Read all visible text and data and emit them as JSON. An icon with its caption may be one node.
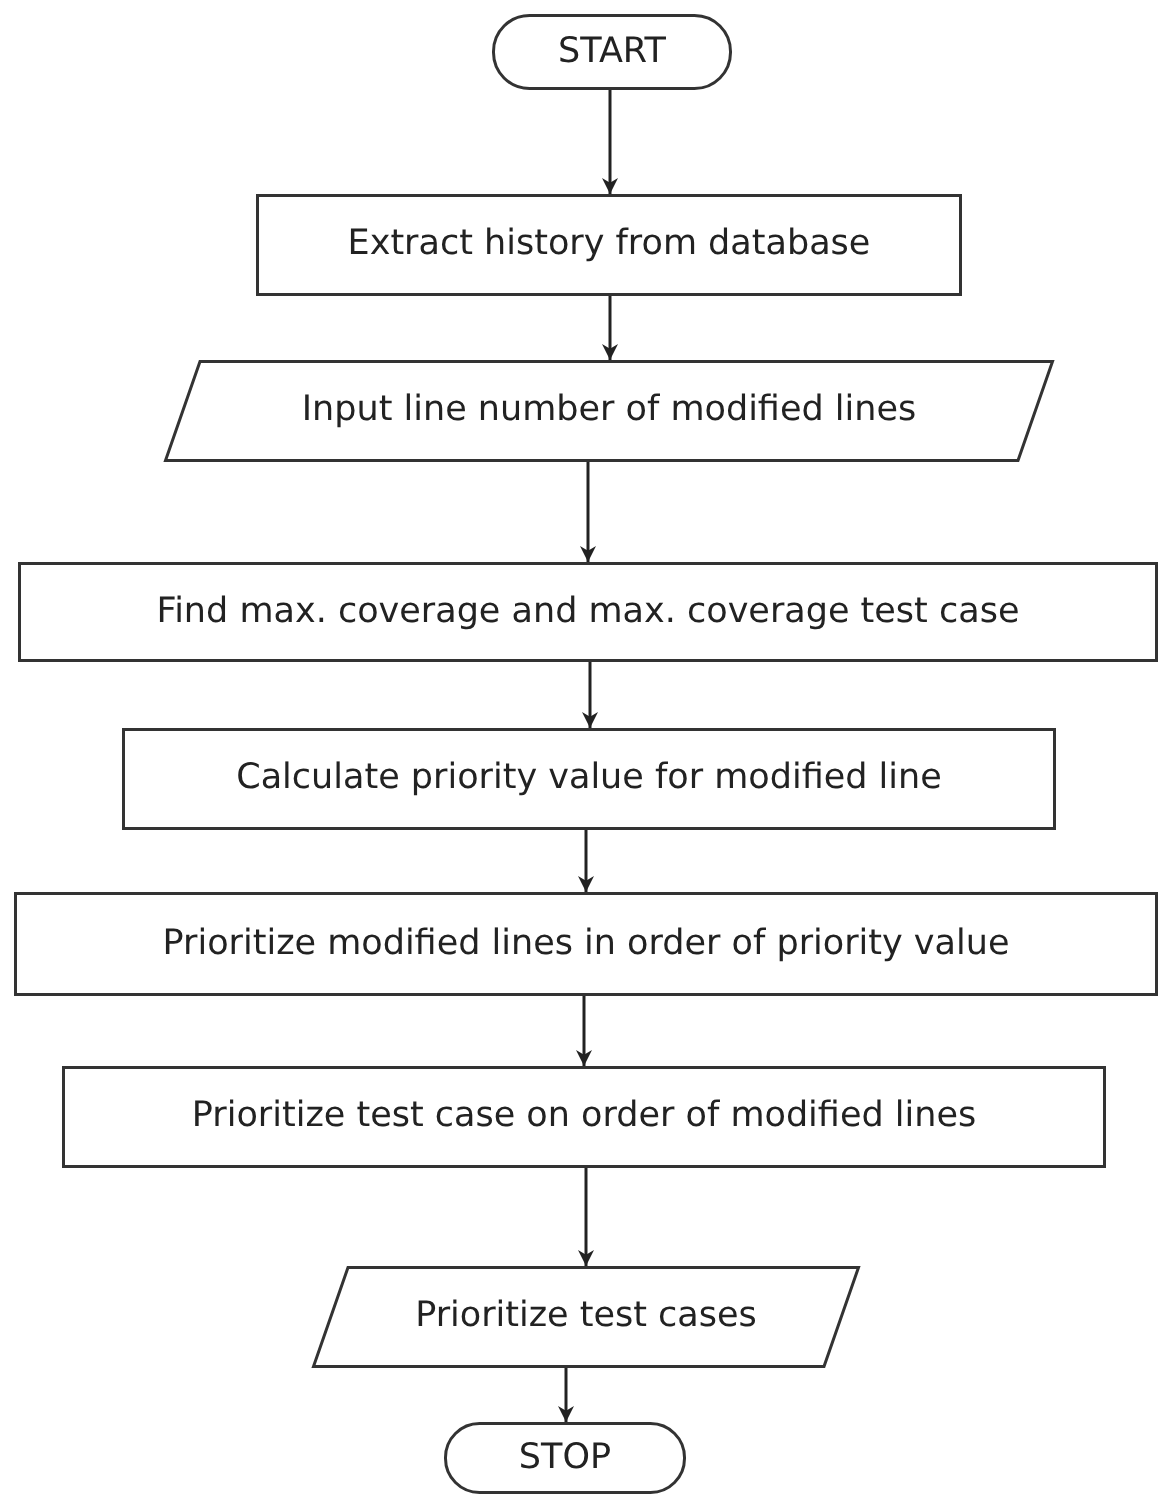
{
  "diagram": {
    "nodes": [
      {
        "text": [
          "START"
        ]
      },
      {
        "text": [
          "Extract history from database"
        ]
      },
      {
        "text": [
          "Input line number of modified lines"
        ]
      },
      {
        "text": [
          "Find max. coverage and max. coverage test case"
        ]
      },
      {
        "text": [
          "Calculate priority value for modified line"
        ]
      },
      {
        "text": [
          "Prioritize modified lines in order of priority value"
        ]
      },
      {
        "text": [
          "Prioritize test case on order of modified lines"
        ]
      },
      {
        "text": [
          "Prioritize test cases"
        ]
      },
      {
        "text": [
          "STOP"
        ]
      }
    ],
    "edges": [
      {
        "from": 0,
        "to": 1,
        "arrow": "to"
      },
      {
        "from": 1,
        "to": 2,
        "arrow": "to"
      },
      {
        "from": 2,
        "to": 3,
        "arrow": "to"
      },
      {
        "from": 3,
        "to": 4,
        "arrow": "to"
      },
      {
        "from": 4,
        "to": 5,
        "arrow": "to"
      },
      {
        "from": 5,
        "to": 6,
        "arrow": "to"
      },
      {
        "from": 6,
        "to": 7,
        "arrow": "to"
      },
      {
        "from": 7,
        "to": 8,
        "arrow": "to"
      }
    ]
  }
}
